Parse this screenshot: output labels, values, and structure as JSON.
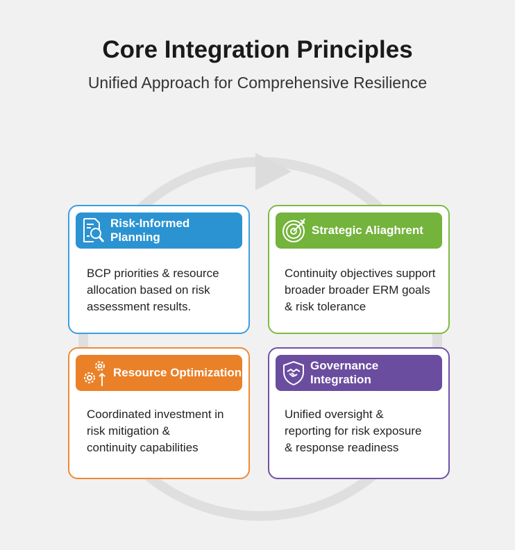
{
  "header": {
    "title": "Core Integration Principles",
    "subtitle": "Unified Approach for Comprehensive Resilience"
  },
  "cards": [
    {
      "title": "Risk-Informed Planning",
      "icon": "document-search-icon",
      "color": "#2b93d1",
      "border": "#3a9ee0",
      "lines": [
        "BCP priorities & resource",
        "allocation based on risk",
        "assessment results."
      ]
    },
    {
      "title": "Strategic Aliaghrent",
      "icon": "target-icon",
      "color": "#74b33c",
      "border": "#7cbb43",
      "lines": [
        "Continuity objectives support",
        "broader broader ERM goals",
        "& risk tolerance"
      ]
    },
    {
      "title": "Resource Optimization",
      "icon": "gears-icon",
      "color": "#ea8027",
      "border": "#ee8a35",
      "lines": [
        "Coordinated investment in",
        "risk mitigation &",
        "continuity capabilities"
      ]
    },
    {
      "title": "Governance Integration",
      "icon": "shield-handshake-icon",
      "color": "#6b4da0",
      "border": "#6e52a6",
      "lines": [
        "Unified oversight &",
        "reporting for risk exposure",
        "& response readiness"
      ]
    }
  ]
}
